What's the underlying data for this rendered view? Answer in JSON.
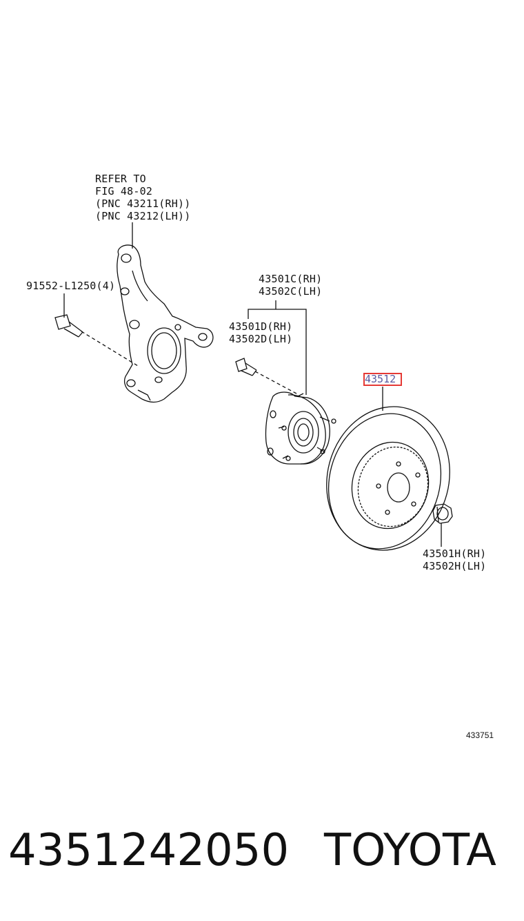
{
  "labels": {
    "knuckle_ref": [
      "REFER TO",
      "FIG 48-02",
      "(PNC 43211(RH))",
      "(PNC 43212(LH))"
    ],
    "bolt": "91552-L1250(4)",
    "hub_assy": [
      "43501C(RH)",
      "43502C(LH)"
    ],
    "hub_bolt": [
      "43501D(RH)",
      "43502D(LH)"
    ],
    "rotor": "43512",
    "nut": [
      "43501H(RH)",
      "43502H(LH)"
    ]
  },
  "diagram_code": "433751",
  "footer": {
    "part_number": "4351242050",
    "brand": "TOYOTA"
  },
  "highlight_color": "#e53935"
}
